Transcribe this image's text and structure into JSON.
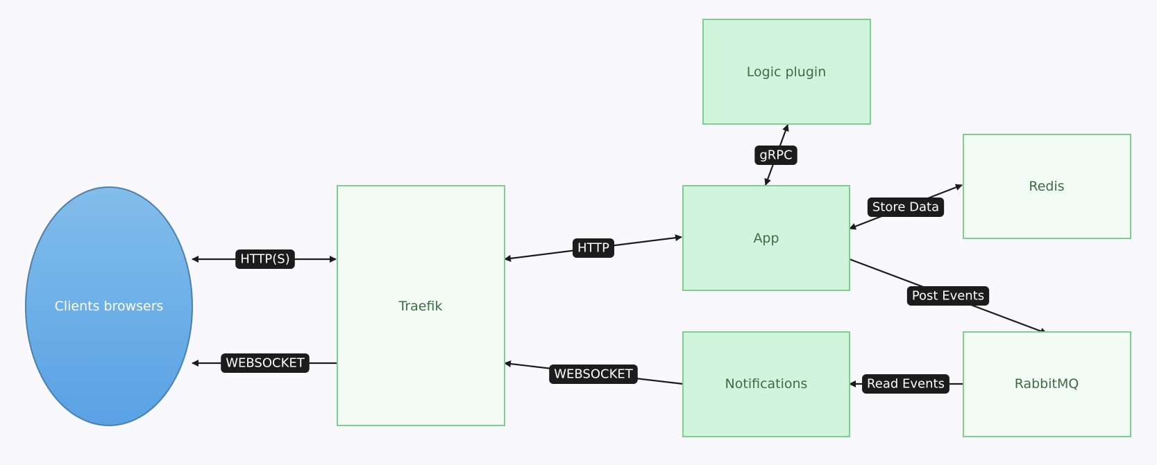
{
  "colors": {
    "background": "#f9f8fc",
    "box_light_fill": "#f3fcf4",
    "box_dark_fill": "#d1f5dc",
    "box_stroke": "#7fce8d",
    "box_text": "#3f6a46",
    "ellipse_fill_top": "#82bdeb",
    "ellipse_fill_bottom": "#59a2e4",
    "ellipse_stroke": "#4b7fb0",
    "ellipse_text": "#ffffff",
    "edge_color": "#1c1c1c",
    "edge_label_bg": "#1c1c1c",
    "edge_label_text": "#ffffff"
  },
  "nodes": {
    "clients": {
      "label": "Clients browsers"
    },
    "traefik": {
      "label": "Traefik"
    },
    "app": {
      "label": "App"
    },
    "logic": {
      "label": "Logic plugin"
    },
    "redis": {
      "label": "Redis"
    },
    "rabbitmq": {
      "label": "RabbitMQ"
    },
    "notifications": {
      "label": "Notifications"
    }
  },
  "edges": {
    "clients_traefik_http": {
      "label": "HTTP(S)",
      "direction": "both"
    },
    "traefik_clients_ws": {
      "label": "WEBSOCKET",
      "direction": "to-clients"
    },
    "traefik_app": {
      "label": "HTTP",
      "direction": "both"
    },
    "app_logic": {
      "label": "gRPC",
      "direction": "both"
    },
    "app_redis": {
      "label": "Store Data",
      "direction": "both"
    },
    "app_rabbitmq": {
      "label": "Post Events",
      "direction": "to-rabbitmq"
    },
    "rabbitmq_notifications": {
      "label": "Read Events",
      "direction": "to-notifications"
    },
    "notifications_traefik": {
      "label": "WEBSOCKET",
      "direction": "to-traefik"
    }
  }
}
